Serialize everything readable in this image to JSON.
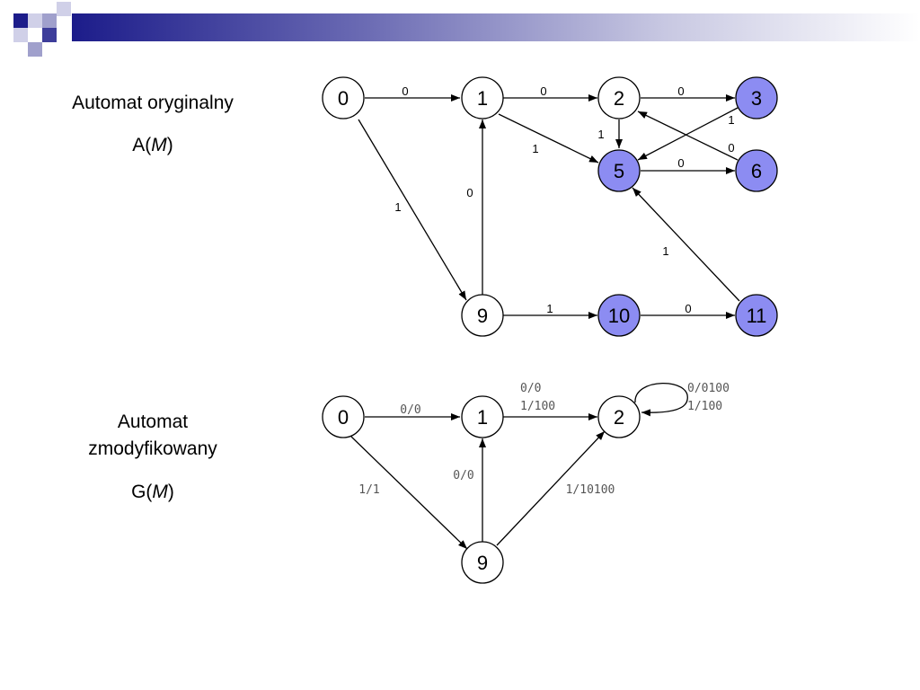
{
  "titles": {
    "original_line1": "Automat oryginalny",
    "original_sym": "A(",
    "original_var": "M",
    "original_close": ")",
    "modified_line1": "Automat",
    "modified_line2": "zmodyfikowany",
    "modified_sym": "G(",
    "modified_var": "M",
    "modified_close": ")"
  },
  "colors": {
    "accent_fill": "#8c8cf2",
    "plain_fill": "#ffffff",
    "deco_dark": "#1c1c8a",
    "deco_light": "#a0a0cc"
  },
  "automaton_a": {
    "states": [
      {
        "id": "0",
        "accepting": false
      },
      {
        "id": "1",
        "accepting": false
      },
      {
        "id": "2",
        "accepting": false
      },
      {
        "id": "3",
        "accepting": true
      },
      {
        "id": "5",
        "accepting": true
      },
      {
        "id": "6",
        "accepting": true
      },
      {
        "id": "9",
        "accepting": false
      },
      {
        "id": "10",
        "accepting": true
      },
      {
        "id": "11",
        "accepting": true
      }
    ],
    "edge_labels": [
      "0",
      "0",
      "0",
      "1",
      "1",
      "0",
      "1",
      "1",
      "0",
      "1",
      "0",
      "0",
      "1"
    ]
  },
  "automaton_g": {
    "states": [
      {
        "id": "0"
      },
      {
        "id": "1"
      },
      {
        "id": "2"
      },
      {
        "id": "9"
      }
    ],
    "edge_labels": [
      "0/0",
      "0/0",
      "1/100",
      "0/0100",
      "1/100",
      "1/1",
      "0/0",
      "1/10100"
    ]
  }
}
